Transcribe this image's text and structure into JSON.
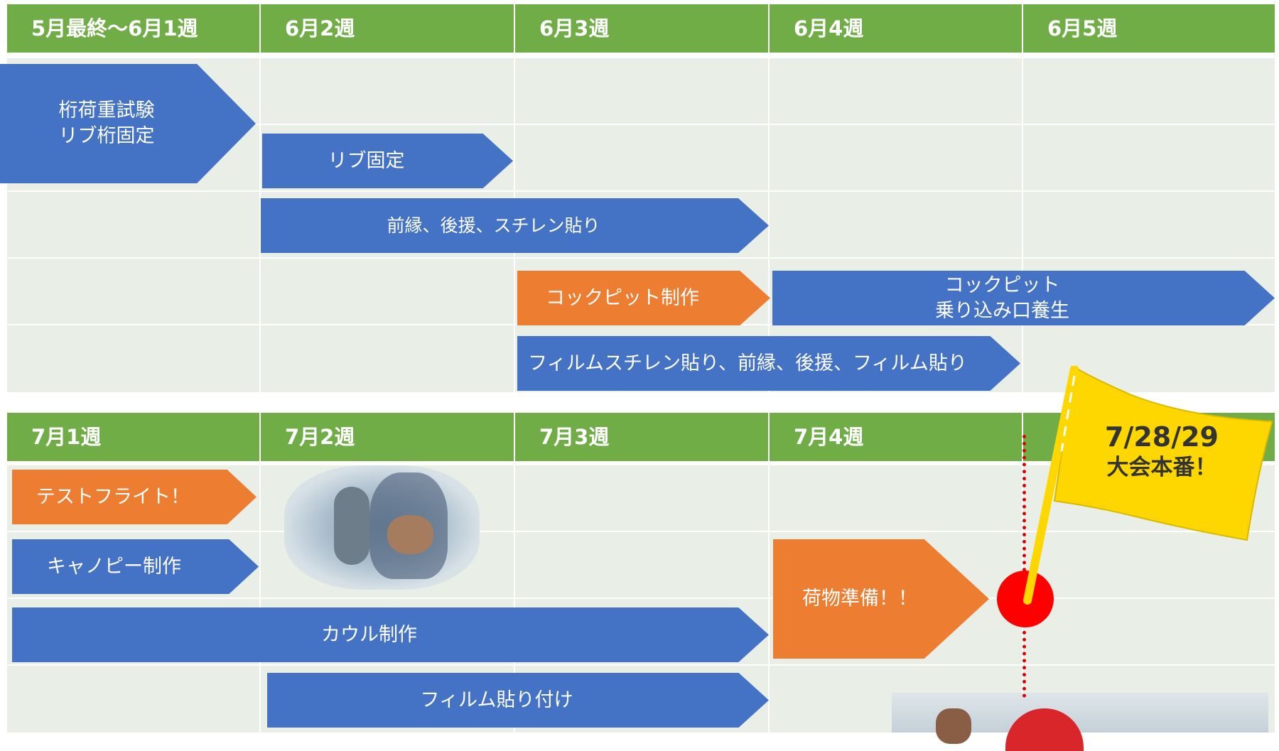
{
  "schedule_top": {
    "headers": [
      "5月最終〜6月1週",
      "6月2週",
      "6月3週",
      "6月4週",
      "6月5週"
    ],
    "tasks": [
      {
        "label": "桁荷重試験\nリブ桁固定",
        "color": "blue"
      },
      {
        "label": "リブ固定",
        "color": "blue"
      },
      {
        "label": "前縁、後援、スチレン貼り",
        "color": "blue"
      },
      {
        "label": "コックピット制作",
        "color": "orange"
      },
      {
        "label": "コックピット\n乗り込み口養生",
        "color": "blue"
      },
      {
        "label": "フィルムスチレン貼り、前縁、後援、フィルム貼り",
        "color": "blue"
      }
    ]
  },
  "schedule_bottom": {
    "headers": [
      "7月1週",
      "7月2週",
      "7月3週",
      "7月4週",
      ""
    ],
    "tasks": [
      {
        "label": "テストフライト！",
        "color": "orange"
      },
      {
        "label": "キャノピー制作",
        "color": "blue"
      },
      {
        "label": "カウル制作",
        "color": "blue"
      },
      {
        "label": "フィルム貼り付け",
        "color": "blue"
      },
      {
        "label": "荷物準備！！",
        "color": "orange"
      }
    ]
  },
  "event_flag": {
    "date": "7/28/29",
    "label": "大会本番！",
    "flag_color": "#ffd700",
    "marker_color": "#ff0000"
  },
  "colors": {
    "header_green": "#70ad47",
    "cell_bg": "#e9efe6",
    "task_blue": "#4472c4",
    "task_orange": "#ed7d31"
  }
}
